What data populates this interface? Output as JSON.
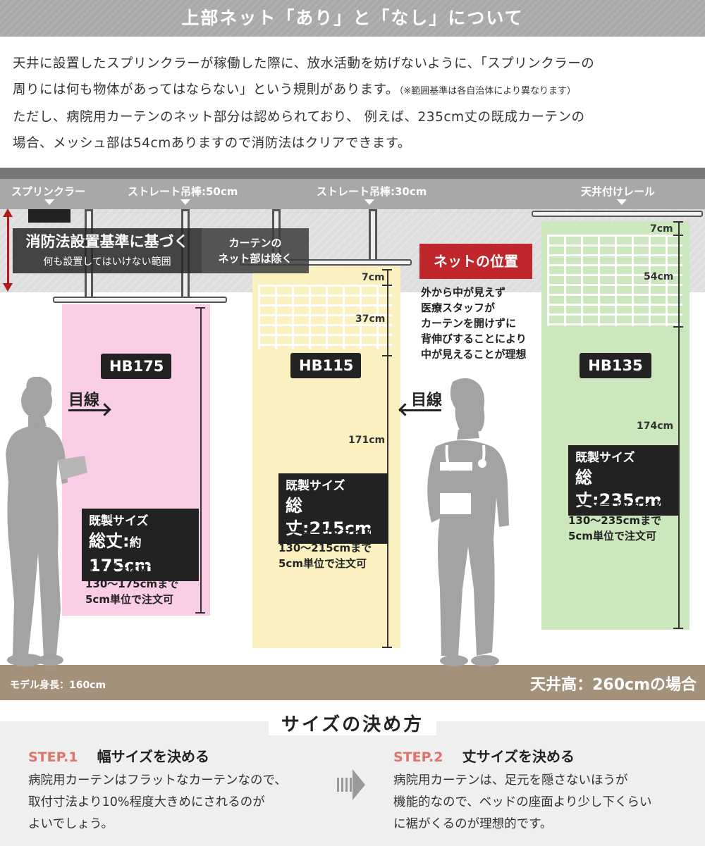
{
  "header": {
    "title": "上部ネット「あり」と「なし」について"
  },
  "intro": {
    "line1": "天井に設置したスプリンクラーが稼働した際に、放水活動を妨げないように、「スプリンクラーの",
    "line2": "周りには何も物体があってはならない」という規則があります。",
    "line2_note": "（※範囲基準は各自治体により異なります）",
    "line3": "ただし、病院用カーテンのネット部分は認められており、 例えば、235cm丈の既成カーテンの",
    "line4": "場合、メッシュ部は54cmありますので消防法はクリアできます。"
  },
  "ceiling_labels": {
    "sprinkler": "スプリンクラー",
    "pole50": "ストレート吊棒:50cm",
    "pole30": "ストレート吊棒:30cm",
    "rail": "天井付けレール"
  },
  "zone": {
    "title": "消防法設置基準に基づく",
    "subtitle": "何も設置してはいけない範囲",
    "net_exclude_1": "カーテンの",
    "net_exclude_2": "ネット部は除く"
  },
  "net_position": {
    "title": "ネットの位置",
    "desc": [
      "外から中が見えず",
      "医療スタッフが",
      "カーテンを開けずに",
      "背伸びすることにより",
      "中が見えることが理想"
    ]
  },
  "curtains": [
    {
      "model": "HB175",
      "size_label": "既製サイズ",
      "length_prefix": "総丈:",
      "length_approx": "約",
      "length_value": "175cm",
      "order": [
        "オーダーは丈サイズ",
        "130〜175cmまで",
        "5cm単位で注文可"
      ],
      "color": "#f9cde5"
    },
    {
      "model": "HB115",
      "size_label": "既製サイズ",
      "length_prefix": "総丈:",
      "length_value": "215cm",
      "order": [
        "オーダーは丈サイズ",
        "130〜215cmまで",
        "5cm単位で注文可"
      ],
      "measures": [
        "7cm",
        "37cm",
        "171cm"
      ],
      "color": "#faf0c0"
    },
    {
      "model": "HB135",
      "size_label": "既製サイズ",
      "length_prefix": "総丈:",
      "length_value": "235cm",
      "order": [
        "オーダーは丈サイズ",
        "130〜235cmまで",
        "5cm単位で注文可"
      ],
      "measures": [
        "7cm",
        "54cm",
        "174cm"
      ],
      "color": "#cce6be"
    }
  ],
  "gaze_label": "目線",
  "floor": {
    "model_height": "モデル身長：160cm",
    "ceiling_height": "天井高：260cmの場合"
  },
  "howto": {
    "title": "サイズの決め方",
    "step1": {
      "label": "STEP.1",
      "heading": "幅サイズを決める",
      "lines": [
        "病院用カーテンはフラットなカーテンなので、",
        "取付寸法より10%程度大きめにされるのが",
        "よいでしょう。"
      ]
    },
    "step2": {
      "label": "STEP.2",
      "heading": "丈サイズを決める",
      "lines": [
        "病院用カーテンは、足元を隠さないほうが",
        "機能的なので、ベッドの座面より少し下くらい",
        "に裾がくるのが理想的です。"
      ]
    }
  },
  "colors": {
    "accent_red": "#c0272d",
    "step_color": "#e0736b",
    "floor": "#a4917c"
  }
}
